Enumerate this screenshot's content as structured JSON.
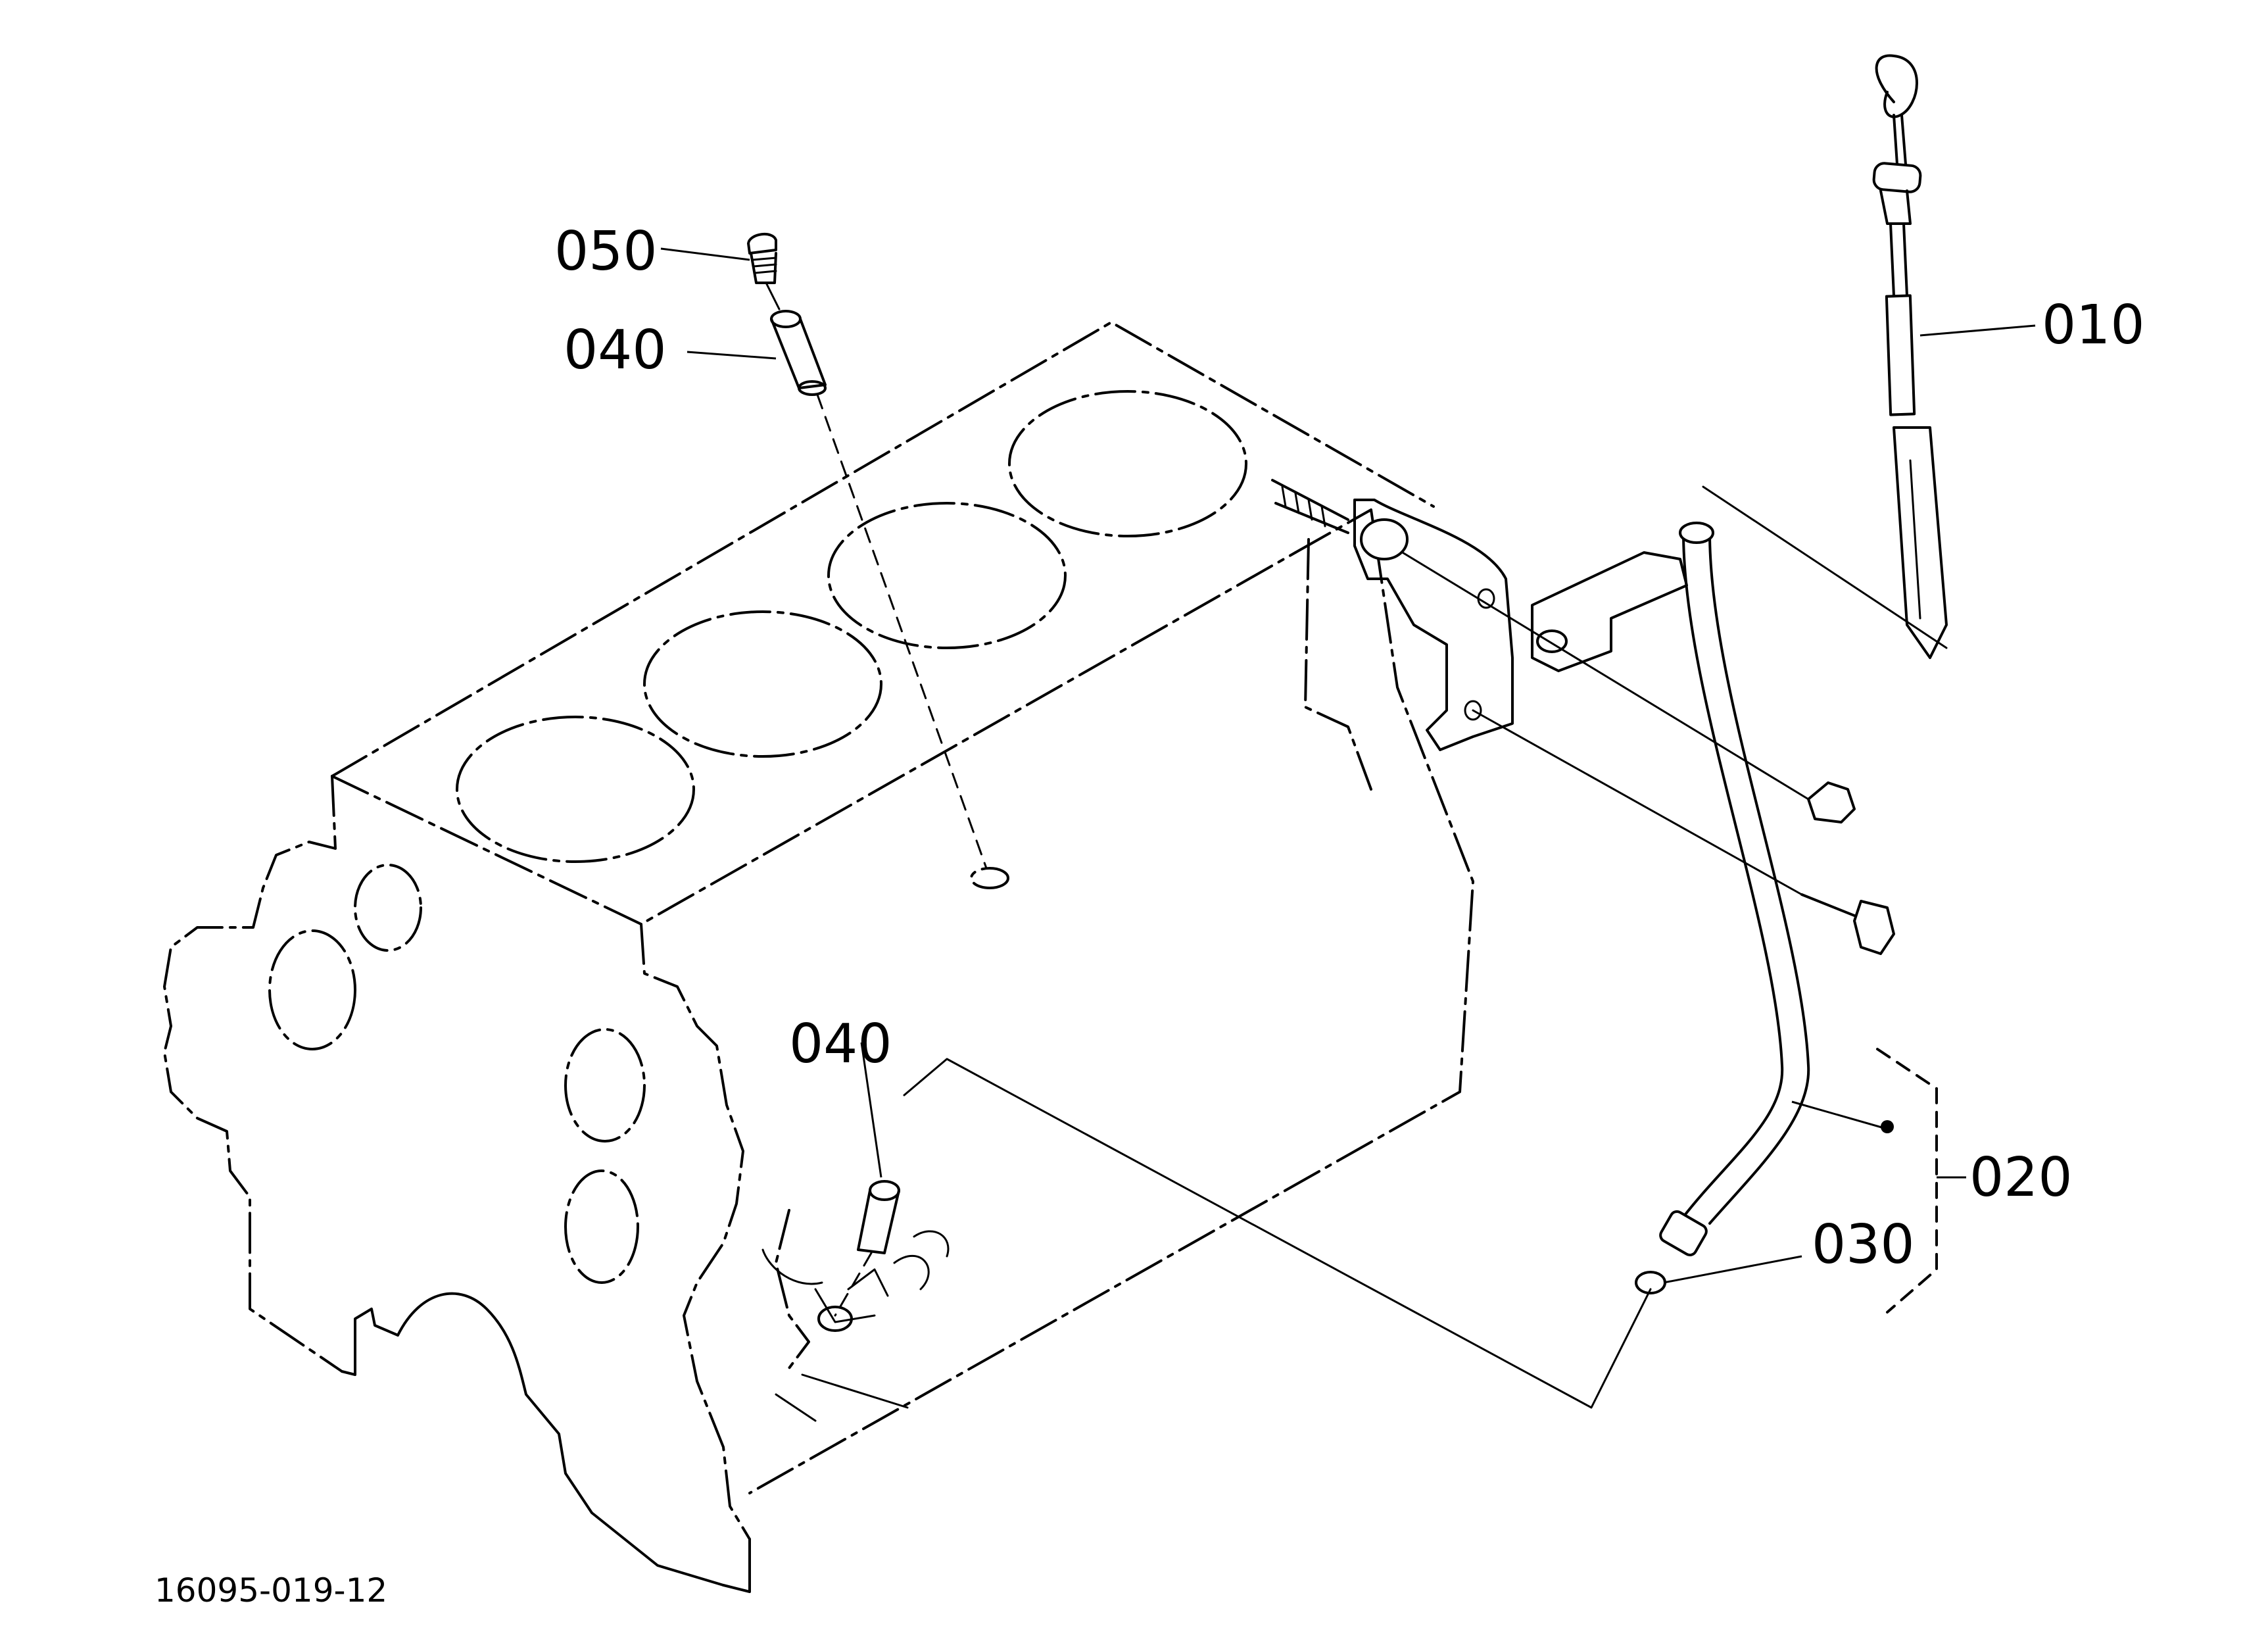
{
  "callouts": {
    "p010": "010",
    "p020": "020",
    "p030": "030",
    "p040_top": "040",
    "p040_bottom": "040",
    "p050": "050"
  },
  "drawing_number": "16095-019-12"
}
